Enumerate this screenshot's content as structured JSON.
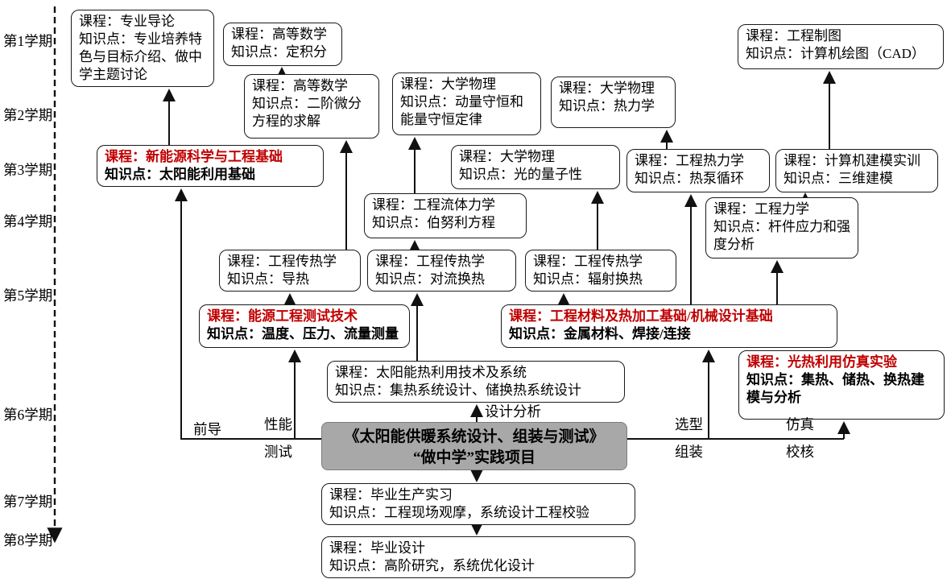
{
  "colors": {
    "accent-red": "#c00000",
    "project-fill": "#a8a8a8",
    "ink": "#111111"
  },
  "timeline": {
    "semesters": [
      "第1学期",
      "第2学期",
      "第3学期",
      "第4学期",
      "第5学期",
      "第6学期",
      "第7学期",
      "第8学期"
    ]
  },
  "nodes": {
    "intro": {
      "course": "课程：专业导论",
      "knowledge": "知识点：专业培养特色与目标介绍、做中学主题讨论"
    },
    "calculus_definite": {
      "course": "课程：高等数学",
      "knowledge": "知识点：定积分"
    },
    "calculus_ode": {
      "course": "课程：高等数学",
      "knowledge": "知识点：二阶微分方程的求解"
    },
    "physics_momentum": {
      "course": "课程：大学物理",
      "knowledge": "知识点：动量守恒和能量守恒定律"
    },
    "physics_thermodynamics": {
      "course": "课程：大学物理",
      "knowledge": "知识点：热力学"
    },
    "engineering_drawing": {
      "course": "课程：工程制图",
      "knowledge": "知识点：计算机绘图（CAD）"
    },
    "new_energy_foundation": {
      "course": "课程：新能源科学与工程基础",
      "knowledge": "知识点：太阳能利用基础"
    },
    "physics_quantum": {
      "course": "课程：大学物理",
      "knowledge": "知识点：光的量子性"
    },
    "engineering_thermodynamics": {
      "course": "课程：工程热力学",
      "knowledge": "知识点：热泵循环"
    },
    "computer_modeling": {
      "course": "课程：计算机建模实训",
      "knowledge": "知识点：三维建模"
    },
    "fluid_mechanics": {
      "course": "课程：工程流体力学",
      "knowledge": "知识点：伯努利方程"
    },
    "engineering_mechanics": {
      "course": "课程：工程力学",
      "knowledge": "知识点：杆件应力和强度分析"
    },
    "heat_conduction": {
      "course": "课程：工程传热学",
      "knowledge": "知识点：导热"
    },
    "heat_convection": {
      "course": "课程：工程传热学",
      "knowledge": "知识点：对流换热"
    },
    "heat_radiation": {
      "course": "课程：工程传热学",
      "knowledge": "知识点：辐射换热"
    },
    "energy_testing": {
      "course": "课程：能源工程测试技术",
      "knowledge": "知识点：温度、压力、流量测量"
    },
    "materials_machine_design": {
      "course": "课程：工程材料及热加工基础/机械设计基础",
      "knowledge": "知识点：金属材料、焊接/连接"
    },
    "solar_thermal_systems": {
      "course": "课程：太阳能热利用技术及系统",
      "knowledge": "知识点：集热系统设计、储换热系统设计"
    },
    "solar_simulation_lab": {
      "course": "课程：光热利用仿真实验",
      "knowledge": "知识点：集热、储热、换热建模与分析"
    },
    "practice_project": {
      "line1": "《太阳能供暖系统设计、组装与测试》",
      "line2": "“做中学”实践项目"
    },
    "graduation_internship": {
      "course": "课程：毕业生产实习",
      "knowledge": "知识点：工程现场观摩，系统设计工程校验"
    },
    "graduation_design": {
      "course": "课程：毕业设计",
      "knowledge": "知识点：高阶研究，系统优化设计"
    }
  },
  "edge_labels": {
    "lead_in": "前导",
    "performance_test": {
      "top": "性能",
      "bottom": "测试"
    },
    "design_analysis": "设计分析",
    "selection_assembly": {
      "top": "选型",
      "bottom": "组装"
    },
    "simulation_check": {
      "top": "仿真",
      "bottom": "校核"
    }
  }
}
